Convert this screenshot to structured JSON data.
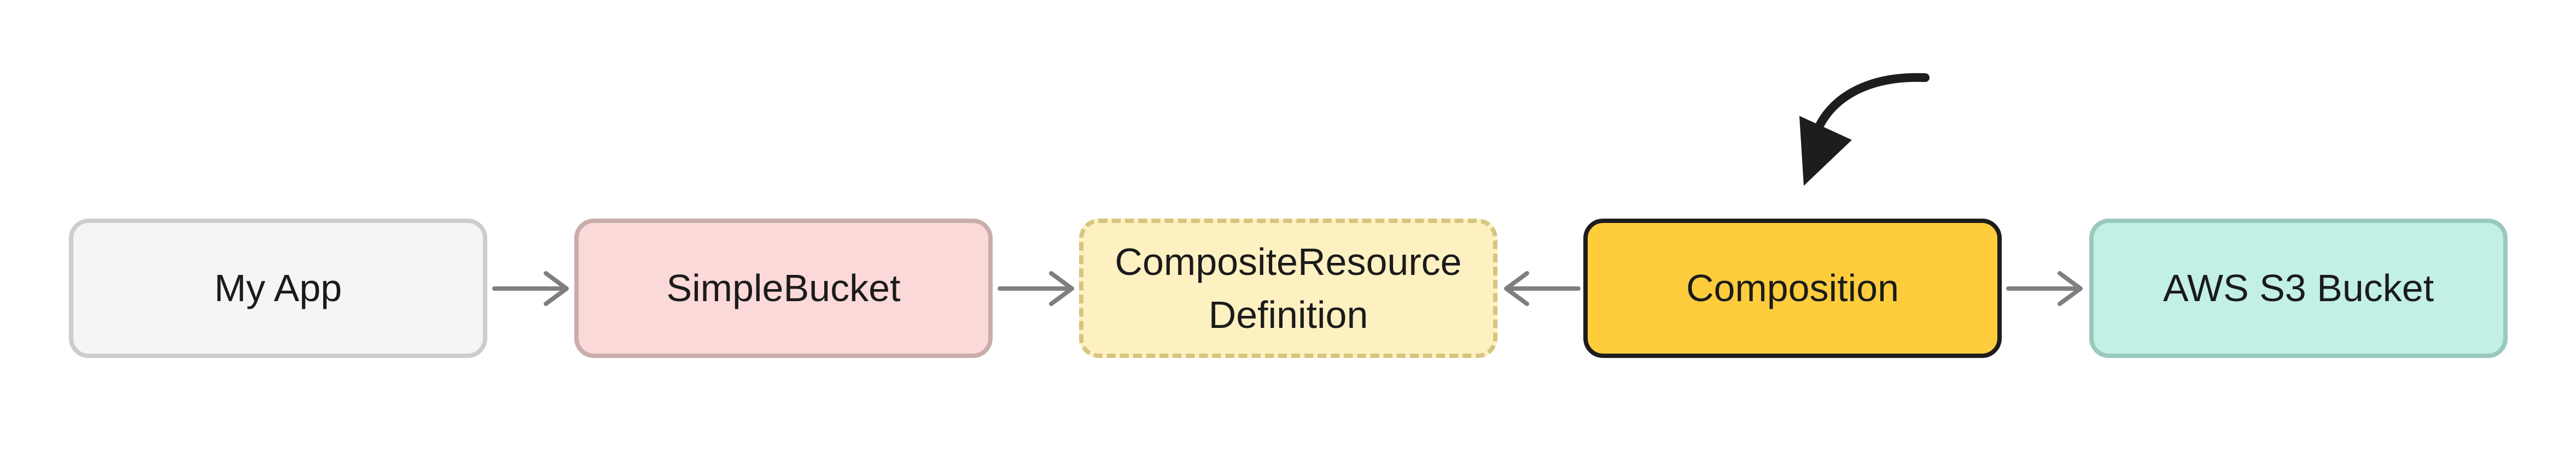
{
  "nodes": {
    "my_app": "My App",
    "simple_bucket": "SimpleBucket",
    "xrd_line1": "CompositeResource",
    "xrd_line2": "Definition",
    "composition": "Composition",
    "aws_s3_bucket": "AWS S3 Bucket"
  },
  "colors": {
    "my_app_fill": "#f5f5f5",
    "simple_bucket_fill": "#fad9d8",
    "xrd_fill": "#fdf1c2",
    "composition_fill": "#ffcd3c",
    "aws_s3_bucket_fill": "#c2efe6",
    "connector": "#7f7f7f",
    "highlight_arrow": "#1d1d1d"
  }
}
